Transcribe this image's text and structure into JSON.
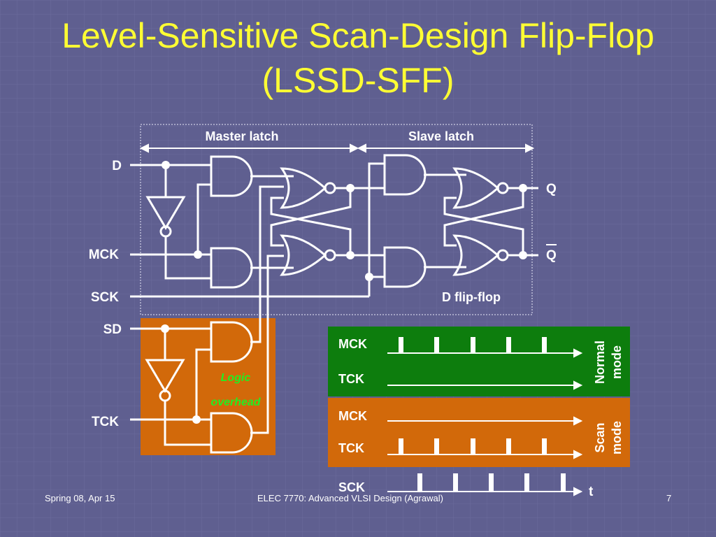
{
  "slide": {
    "title_line1": "Level-Sensitive Scan-Design Flip-Flop",
    "title_line2": "(LSSD-SFF)",
    "footer_left": "Spring 08, Apr 15",
    "footer_center": "ELEC 7770: Advanced VLSI Design (Agrawal)",
    "footer_right": "7"
  },
  "diagram": {
    "master_latch": "Master latch",
    "slave_latch": "Slave latch",
    "d_flip_flop": "D flip-flop",
    "logic": "Logic",
    "overhead": "overhead",
    "signals": {
      "d": "D",
      "mck": "MCK",
      "sck": "SCK",
      "sd": "SD",
      "tck": "TCK",
      "q": "Q",
      "q_bar": "Q"
    }
  },
  "timing": {
    "normal_mode": [
      "Normal",
      "mode"
    ],
    "scan_mode": [
      "Scan",
      "mode"
    ],
    "mck": "MCK",
    "tck": "TCK",
    "sck": "SCK",
    "t": "t"
  },
  "colors": {
    "background": "#5f5f90",
    "title": "#ffff33",
    "logic_overhead_box": "#d2690a",
    "normal_mode_box": "#0d7d0d",
    "scan_mode_box": "#d2690a",
    "logic_overhead_text": "#22ee22"
  }
}
